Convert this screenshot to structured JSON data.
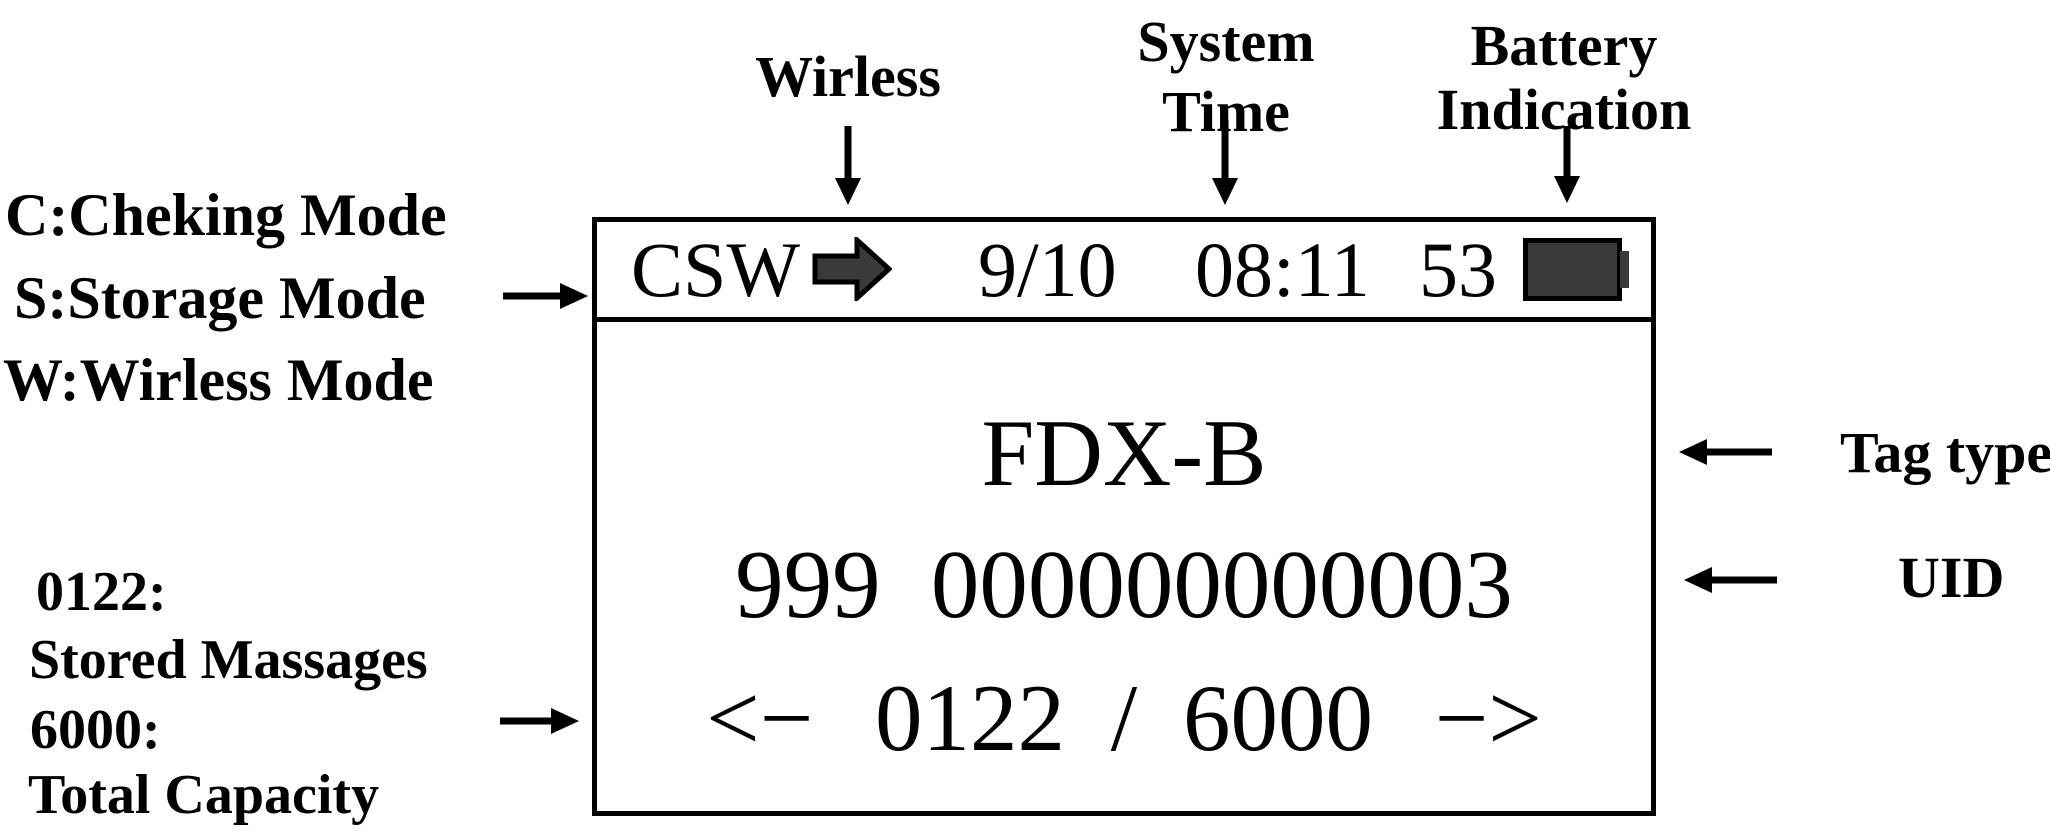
{
  "display": {
    "status_bar": {
      "modes": "CSW",
      "date": "9/10",
      "time": "08:11",
      "battery_percent": "53"
    },
    "tag_type": "FDX-B",
    "uid": "999 000000000003",
    "pagination": {
      "prev": "<−",
      "current": "0122",
      "separator": "/",
      "total": "6000",
      "next": "−>"
    }
  },
  "annotations": {
    "wireless": "Wirless",
    "system_time_line1": "System",
    "system_time_line2": "Time",
    "battery_line1": "Battery",
    "battery_line2": "Indication",
    "mode_legend": [
      "C:Cheking Mode",
      "S:Storage Mode",
      "W:Wirless Mode"
    ],
    "stored_value": "0122:",
    "stored_label": "Stored Massages",
    "capacity_value": "6000:",
    "capacity_label": "Total Capacity",
    "tag_type_label": "Tag type",
    "uid_label": "UID"
  },
  "colors": {
    "ink": "#000000",
    "icon_fill": "#3a3a3a",
    "background": "#ffffff"
  }
}
